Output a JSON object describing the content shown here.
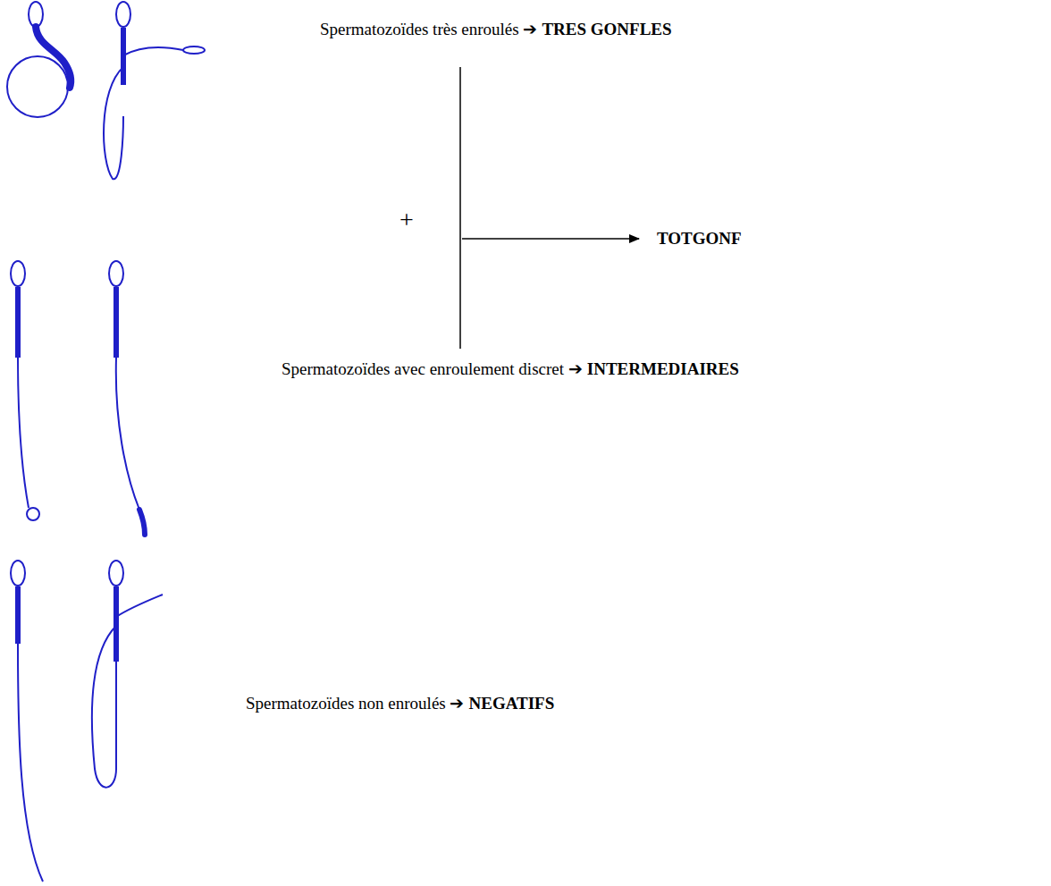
{
  "diagram": {
    "labels": [
      "Spermatozoïdes très enroulés ➔",
      "TRES GONFLES",
      "+",
      "TOTGONF",
      "Spermatozoïdes avec enroulement discret ➔",
      "INTERMEDIAIRES",
      "Spermatozoïdes non enroulés ➔",
      "NEGATIFS"
    ]
  }
}
